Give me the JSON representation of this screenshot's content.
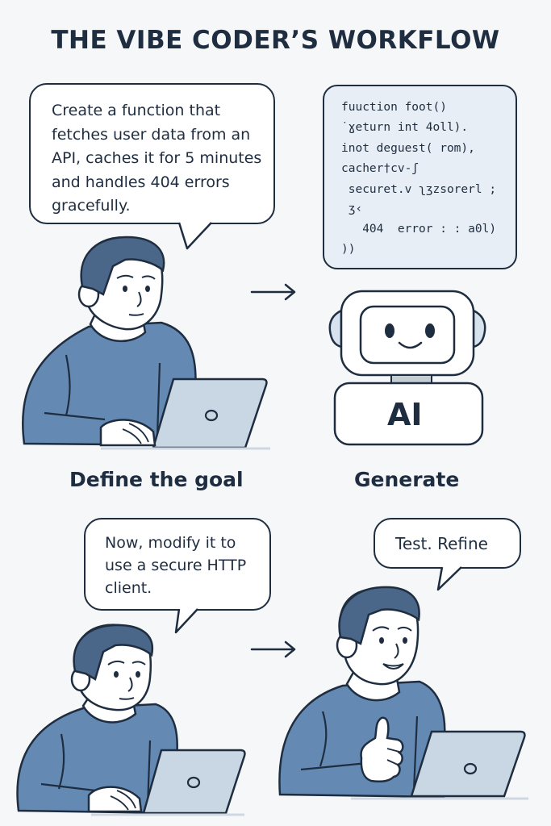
{
  "title": "THE VIBE CODER’S WORKFLOW",
  "steps": [
    {
      "label": "Define the goal",
      "speech": "Create a function that\nfetches user data from an\nAPI, caches it for 5 minutes\nand handles 404 errors\ngracefully."
    },
    {
      "label": "Generate",
      "ai_badge": "AI",
      "code_lines": [
        "fuuction foot()",
        "˙ɣeturn int 4oll).",
        "inot deguest( rom),",
        "cacher†cv-ʃ",
        " securet.v ʅʒzsorerl ;",
        " ʒ‹",
        "   404  error : : a0l)",
        "))"
      ]
    },
    {
      "speech": "Now, modify it to\nuse a secure HTTP\nclient."
    },
    {
      "speech": "Test. Refine"
    }
  ],
  "arrows": [
    "right-arrow",
    "right-arrow"
  ],
  "colors": {
    "background": "#f6f7f8",
    "ink": "#1f2d40",
    "shirt": "#6489b3",
    "hair": "#4a6688",
    "laptop": "#c9d6e3",
    "code_panel": "#e7eef5",
    "bubble": "#ffffff"
  }
}
